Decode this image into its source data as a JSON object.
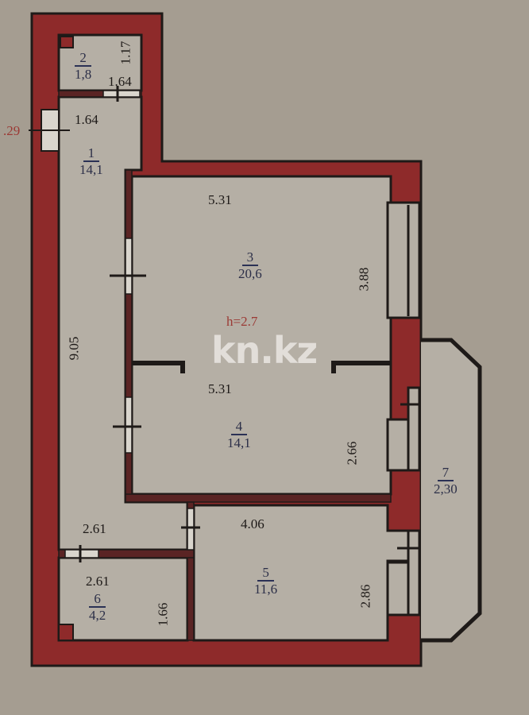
{
  "plan": {
    "ceiling_height": "h=2.7",
    "external_label": ".29",
    "watermark": "kn.kz",
    "colors": {
      "background": "#a59d91",
      "wall_fill": "#8e2a2a",
      "room_fill": "#b5afa5",
      "line": "#1e1a18",
      "room_label": "#2c2f48",
      "annotation_red": "#9b3a35"
    },
    "rooms": [
      {
        "number": "1",
        "area": "14,1"
      },
      {
        "number": "2",
        "area": "1,8"
      },
      {
        "number": "3",
        "area": "20,6"
      },
      {
        "number": "4",
        "area": "14,1"
      },
      {
        "number": "5",
        "area": "11,6"
      },
      {
        "number": "6",
        "area": "4,2"
      },
      {
        "number": "7",
        "area": "2,30"
      }
    ],
    "dimensions": {
      "room2_height": "1.17",
      "room2_width": "1.64",
      "room1_width": "1.64",
      "corridor_length": "9.05",
      "room3_width": "5.31",
      "room3_depth": "3.88",
      "room4_width": "5.31",
      "room4_depth": "2.66",
      "hall_width": "2.61",
      "room6_width": "2.61",
      "room6_depth": "1.66",
      "room5_width": "4.06",
      "room5_depth": "2.86"
    }
  }
}
